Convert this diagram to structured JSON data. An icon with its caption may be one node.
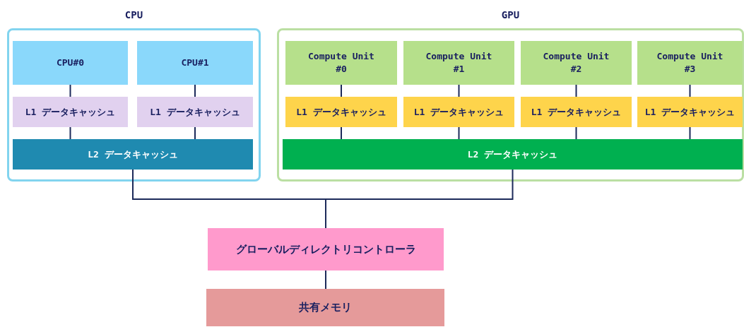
{
  "diagram": {
    "nodes": [
      {
        "text": [
          "CPU"
        ]
      },
      {
        "text": [
          "CPU#0"
        ],
        "in": 0
      },
      {
        "text": [
          "CPU#1"
        ],
        "in": 0
      },
      {
        "text": [
          "L1 データキャッシュ"
        ],
        "in": 0
      },
      {
        "text": [
          "L1 データキャッシュ"
        ],
        "in": 0
      },
      {
        "text": [
          "L2 データキャッシュ"
        ],
        "in": 0
      },
      {
        "text": [
          "GPU"
        ]
      },
      {
        "text": [
          "Compute Unit #0"
        ],
        "in": 6
      },
      {
        "text": [
          "Compute Unit #1"
        ],
        "in": 6
      },
      {
        "text": [
          "Compute Unit #2"
        ],
        "in": 6
      },
      {
        "text": [
          "Compute Unit #3"
        ],
        "in": 6
      },
      {
        "text": [
          "L1 データキャッシュ"
        ],
        "in": 6
      },
      {
        "text": [
          "L1 データキャッシュ"
        ],
        "in": 6
      },
      {
        "text": [
          "L1 データキャッシュ"
        ],
        "in": 6
      },
      {
        "text": [
          "L1 データキャッシュ"
        ],
        "in": 6
      },
      {
        "text": [
          "L2 データキャッシュ"
        ],
        "in": 6
      },
      {
        "text": [
          "グローバルディレクトリコントローラ"
        ]
      },
      {
        "text": [
          "共有メモリ"
        ]
      }
    ],
    "edges": [
      {
        "from": 1,
        "to": 3,
        "arrow": "none"
      },
      {
        "from": 2,
        "to": 4,
        "arrow": "none"
      },
      {
        "from": 3,
        "to": 5,
        "arrow": "none"
      },
      {
        "from": 4,
        "to": 5,
        "arrow": "none"
      },
      {
        "from": 7,
        "to": 11,
        "arrow": "none"
      },
      {
        "from": 8,
        "to": 12,
        "arrow": "none"
      },
      {
        "from": 9,
        "to": 13,
        "arrow": "none"
      },
      {
        "from": 10,
        "to": 14,
        "arrow": "none"
      },
      {
        "from": 11,
        "to": 15,
        "arrow": "none"
      },
      {
        "from": 12,
        "to": 15,
        "arrow": "none"
      },
      {
        "from": 13,
        "to": 15,
        "arrow": "none"
      },
      {
        "from": 14,
        "to": 15,
        "arrow": "none"
      },
      {
        "from": 5,
        "to": 16,
        "arrow": "none"
      },
      {
        "from": 15,
        "to": 16,
        "arrow": "none"
      },
      {
        "from": 16,
        "to": 17,
        "arrow": "none"
      }
    ]
  }
}
